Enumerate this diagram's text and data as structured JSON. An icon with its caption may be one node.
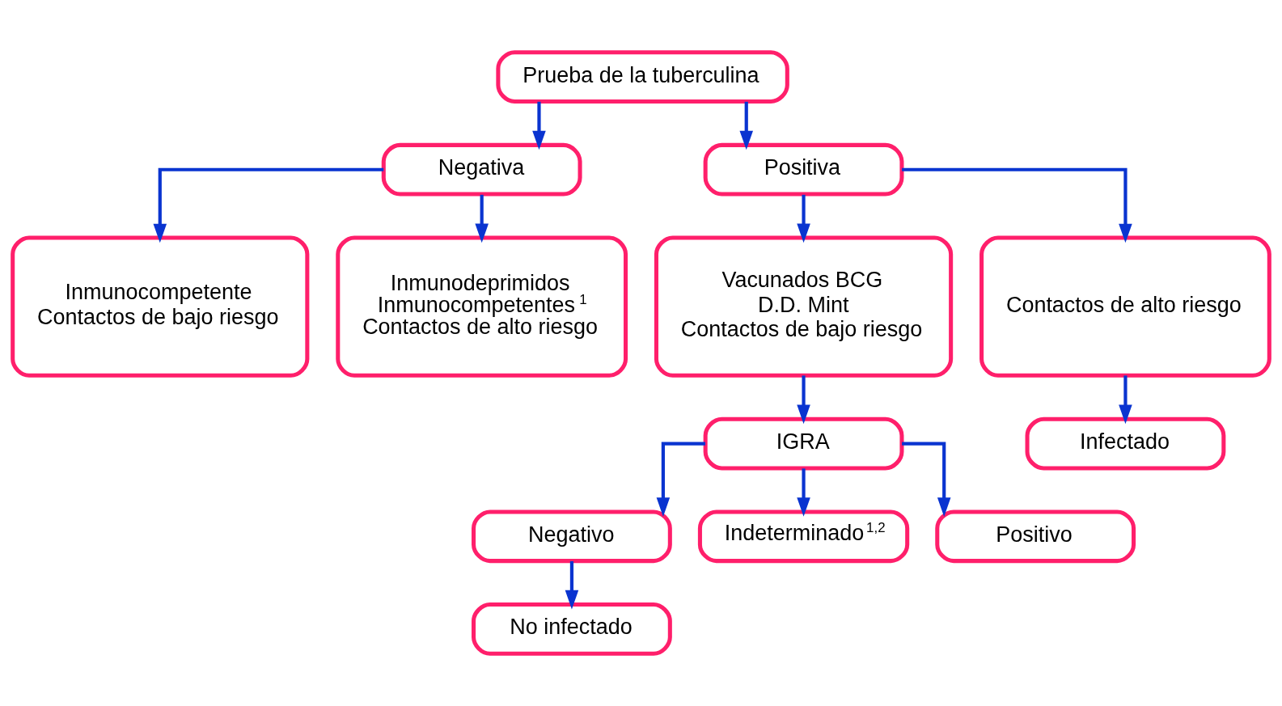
{
  "diagram": {
    "nodes": [
      {
        "text": [
          "Prueba de la tuberculina"
        ]
      },
      {
        "text": [
          "Negativa"
        ]
      },
      {
        "text": [
          "Positiva"
        ]
      },
      {
        "text": [
          "Inmunocompetente",
          "Contactos de bajo riesgo"
        ]
      },
      {
        "text": [
          "Inmunodeprimidos",
          "Inmunocompetentes$^{1}$",
          "Contactos de alto riesgo"
        ]
      },
      {
        "text": [
          "Vacunados BCG",
          "D.D. Mint",
          "Contactos de bajo riesgo"
        ]
      },
      {
        "text": [
          "Contactos de alto riesgo"
        ]
      },
      {
        "text": [
          "IGRA"
        ]
      },
      {
        "text": [
          "Infectado"
        ]
      },
      {
        "text": [
          "Negativo"
        ]
      },
      {
        "text": [
          "Indeterminado$^{1,2}$"
        ]
      },
      {
        "text": [
          "Positivo"
        ]
      },
      {
        "text": [
          "No infectado"
        ]
      }
    ],
    "edges": [
      {
        "from": 0,
        "to": 1,
        "arrow": "to"
      },
      {
        "from": 0,
        "to": 2,
        "arrow": "to"
      },
      {
        "from": 1,
        "to": 3,
        "arrow": "to"
      },
      {
        "from": 1,
        "to": 4,
        "arrow": "to"
      },
      {
        "from": 2,
        "to": 5,
        "arrow": "to"
      },
      {
        "from": 2,
        "to": 6,
        "arrow": "to"
      },
      {
        "from": 5,
        "to": 7,
        "arrow": "to"
      },
      {
        "from": 6,
        "to": 8,
        "arrow": "to"
      },
      {
        "from": 7,
        "to": 9,
        "arrow": "to"
      },
      {
        "from": 7,
        "to": 10,
        "arrow": "to"
      },
      {
        "from": 7,
        "to": 11,
        "arrow": "to"
      },
      {
        "from": 9,
        "to": 12,
        "arrow": "to"
      }
    ]
  }
}
